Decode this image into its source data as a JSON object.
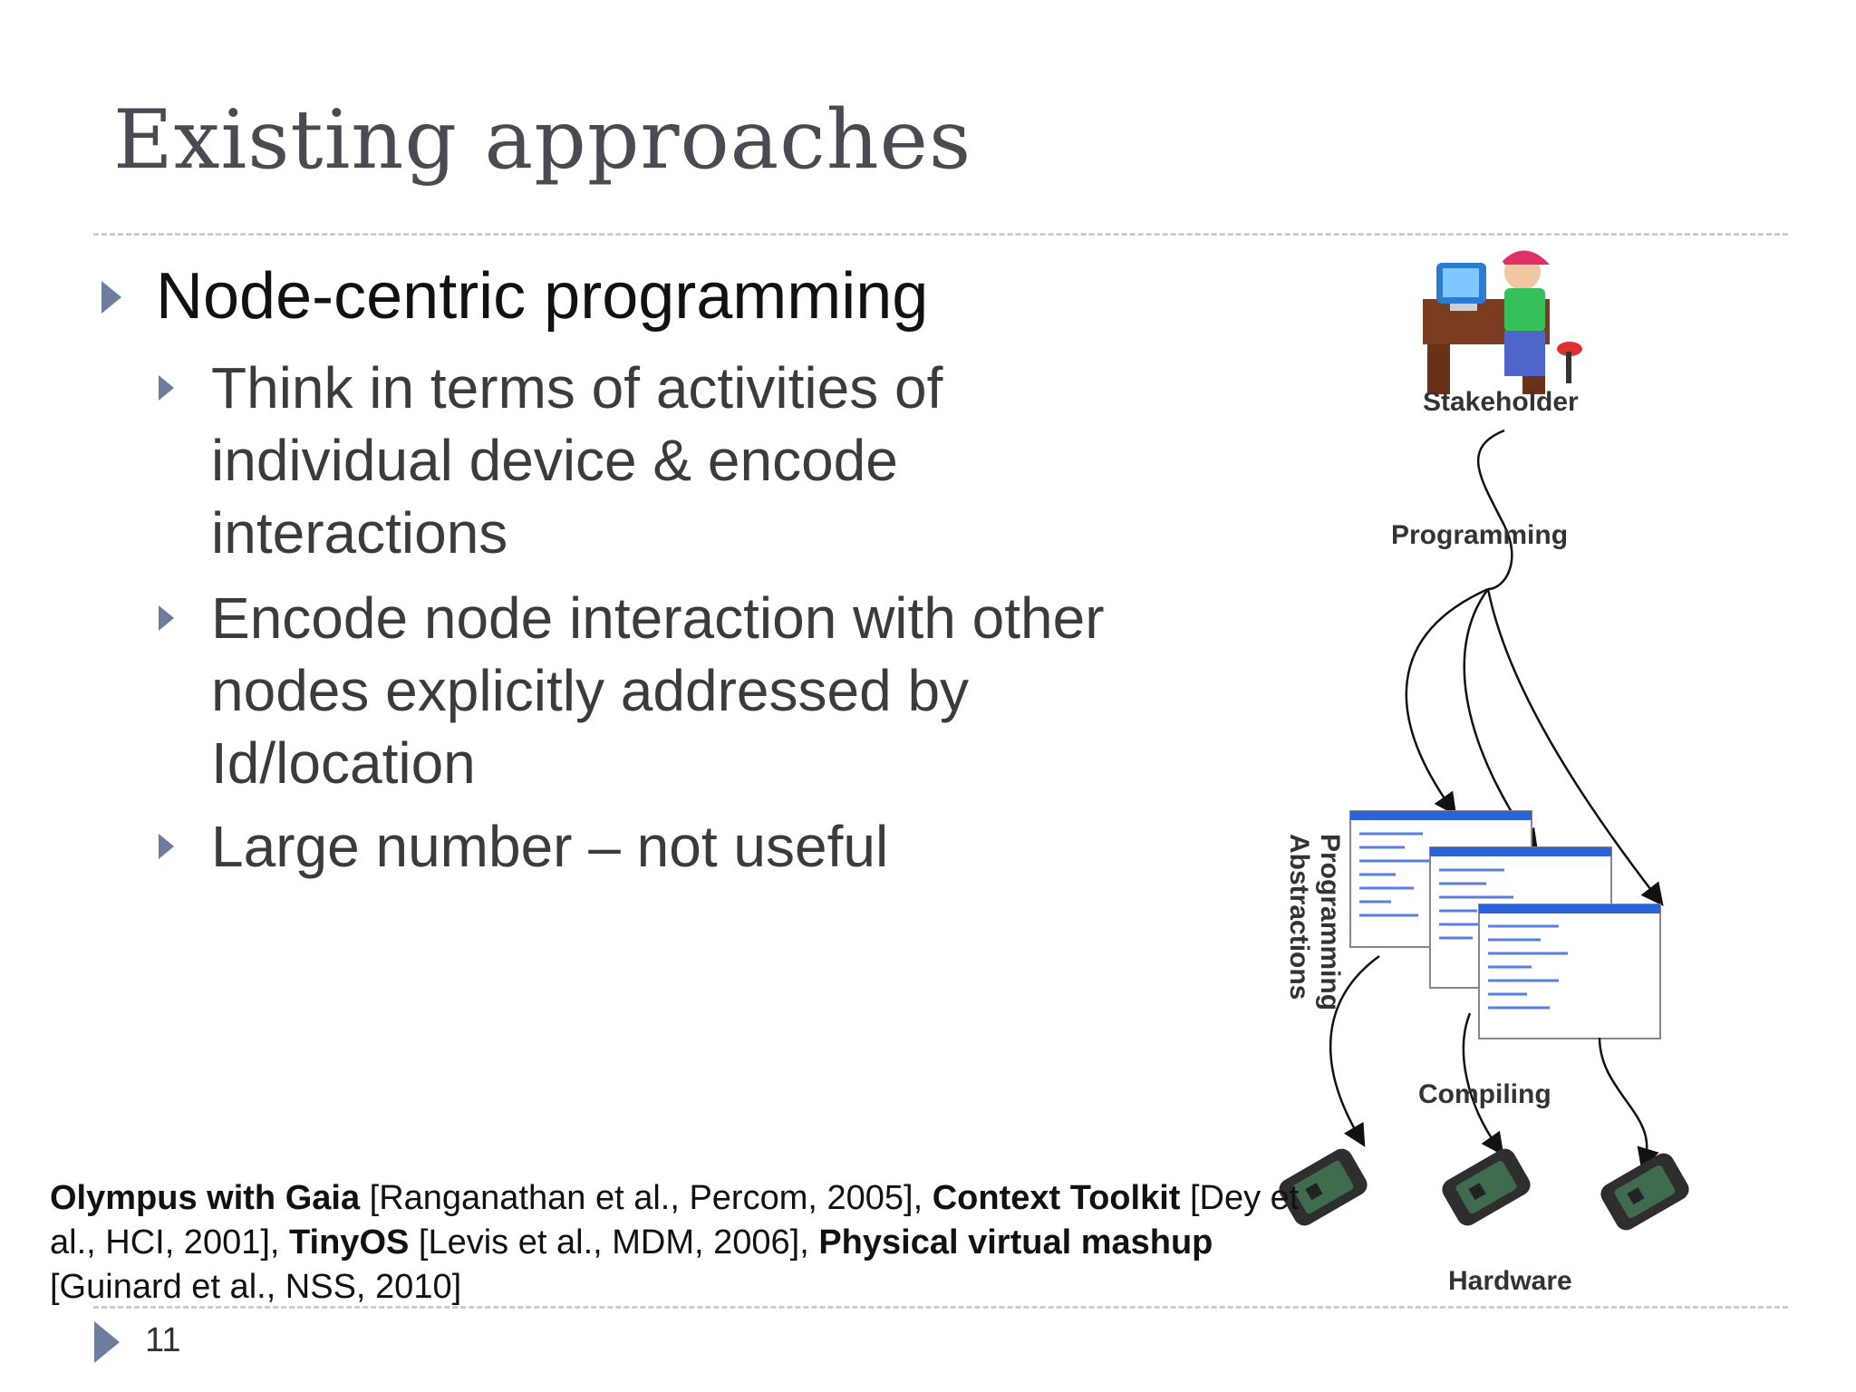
{
  "slide": {
    "title": "Existing approaches",
    "bullet": "Node-centric programming",
    "sub_bullets": [
      "Think in terms of activities of individual device & encode interactions",
      "Encode node interaction with other nodes explicitly addressed by Id/location",
      "Large number – not useful"
    ],
    "references": [
      {
        "name": "Olympus with Gaia",
        "cite": " [Ranganathan et al., Percom, 2005],  "
      },
      {
        "name": "Context Toolkit",
        "cite": " [Dey et al.,  HCI, 2001],  "
      },
      {
        "name": "TinyOS",
        "cite": " [Levis et al., MDM, 2006],  "
      },
      {
        "name": "Physical virtual mashup",
        "cite": " [Guinard et al., NSS, 2010]"
      }
    ],
    "page_number": "11"
  },
  "diagram": {
    "labels": {
      "stakeholder": "Stakeholder",
      "programming": "Programming",
      "abstractions_line1": "Programming",
      "abstractions_line2": "Abstractions",
      "compiling": "Compiling",
      "hardware": "Hardware"
    },
    "icons": [
      "stakeholder-icon",
      "code-window-icon",
      "sensor-node-icon"
    ]
  },
  "colors": {
    "title": "#4a4a52",
    "bullet_arrow": "#6e7c9e",
    "body_text": "#3b3b3f",
    "rule": "#c9ccd3"
  }
}
